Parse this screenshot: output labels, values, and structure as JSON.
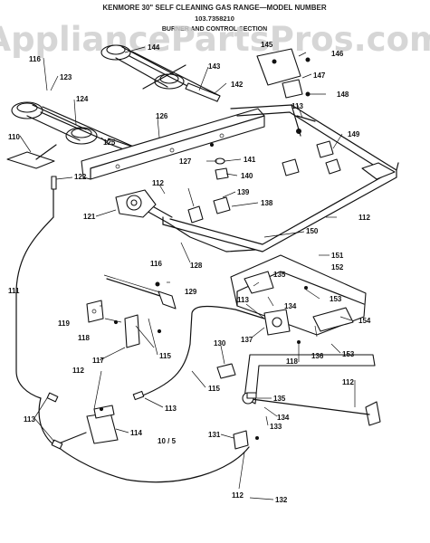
{
  "header": {
    "title_line1": "KENMORE 30\" SELF CLEANING GAS RANGE—MODEL NUMBER",
    "title_line2": "103.7358210",
    "title_line3": "BURNER AND CONTROL SECTION"
  },
  "watermark": "AppliancePartsPros.com",
  "page_note": "10 / 5",
  "callouts": {
    "c116a": "116",
    "c123": "123",
    "c124": "124",
    "c110": "110",
    "c125": "125",
    "c144": "144",
    "c143": "143",
    "c142": "142",
    "c145": "145",
    "c146": "146",
    "c147": "147",
    "c148": "148",
    "c113a": "113",
    "c149": "149",
    "c126": "126",
    "c127": "127",
    "c141": "141",
    "c140": "140",
    "c139": "139",
    "c138": "138",
    "c122": "122",
    "c112a": "112",
    "c121": "121",
    "c112b": "112",
    "c150": "150",
    "c151": "151",
    "c128": "128",
    "c152": "152",
    "c116b": "116",
    "c129": "129",
    "c135a": "135",
    "c153a": "153",
    "c134a": "134",
    "c111": "111",
    "c113b": "113",
    "c154": "154",
    "c119": "119",
    "c118a": "118",
    "c137": "137",
    "c118b": "118",
    "c136": "136",
    "c153b": "153",
    "c117": "117",
    "c115a": "115",
    "c130": "130",
    "c112c": "112",
    "c115b": "115",
    "c112d": "112",
    "c135b": "135",
    "c113c": "113",
    "c134b": "134",
    "c113d": "113",
    "c114": "114",
    "c133": "133",
    "c131": "131",
    "c112e": "112",
    "c132": "132"
  }
}
